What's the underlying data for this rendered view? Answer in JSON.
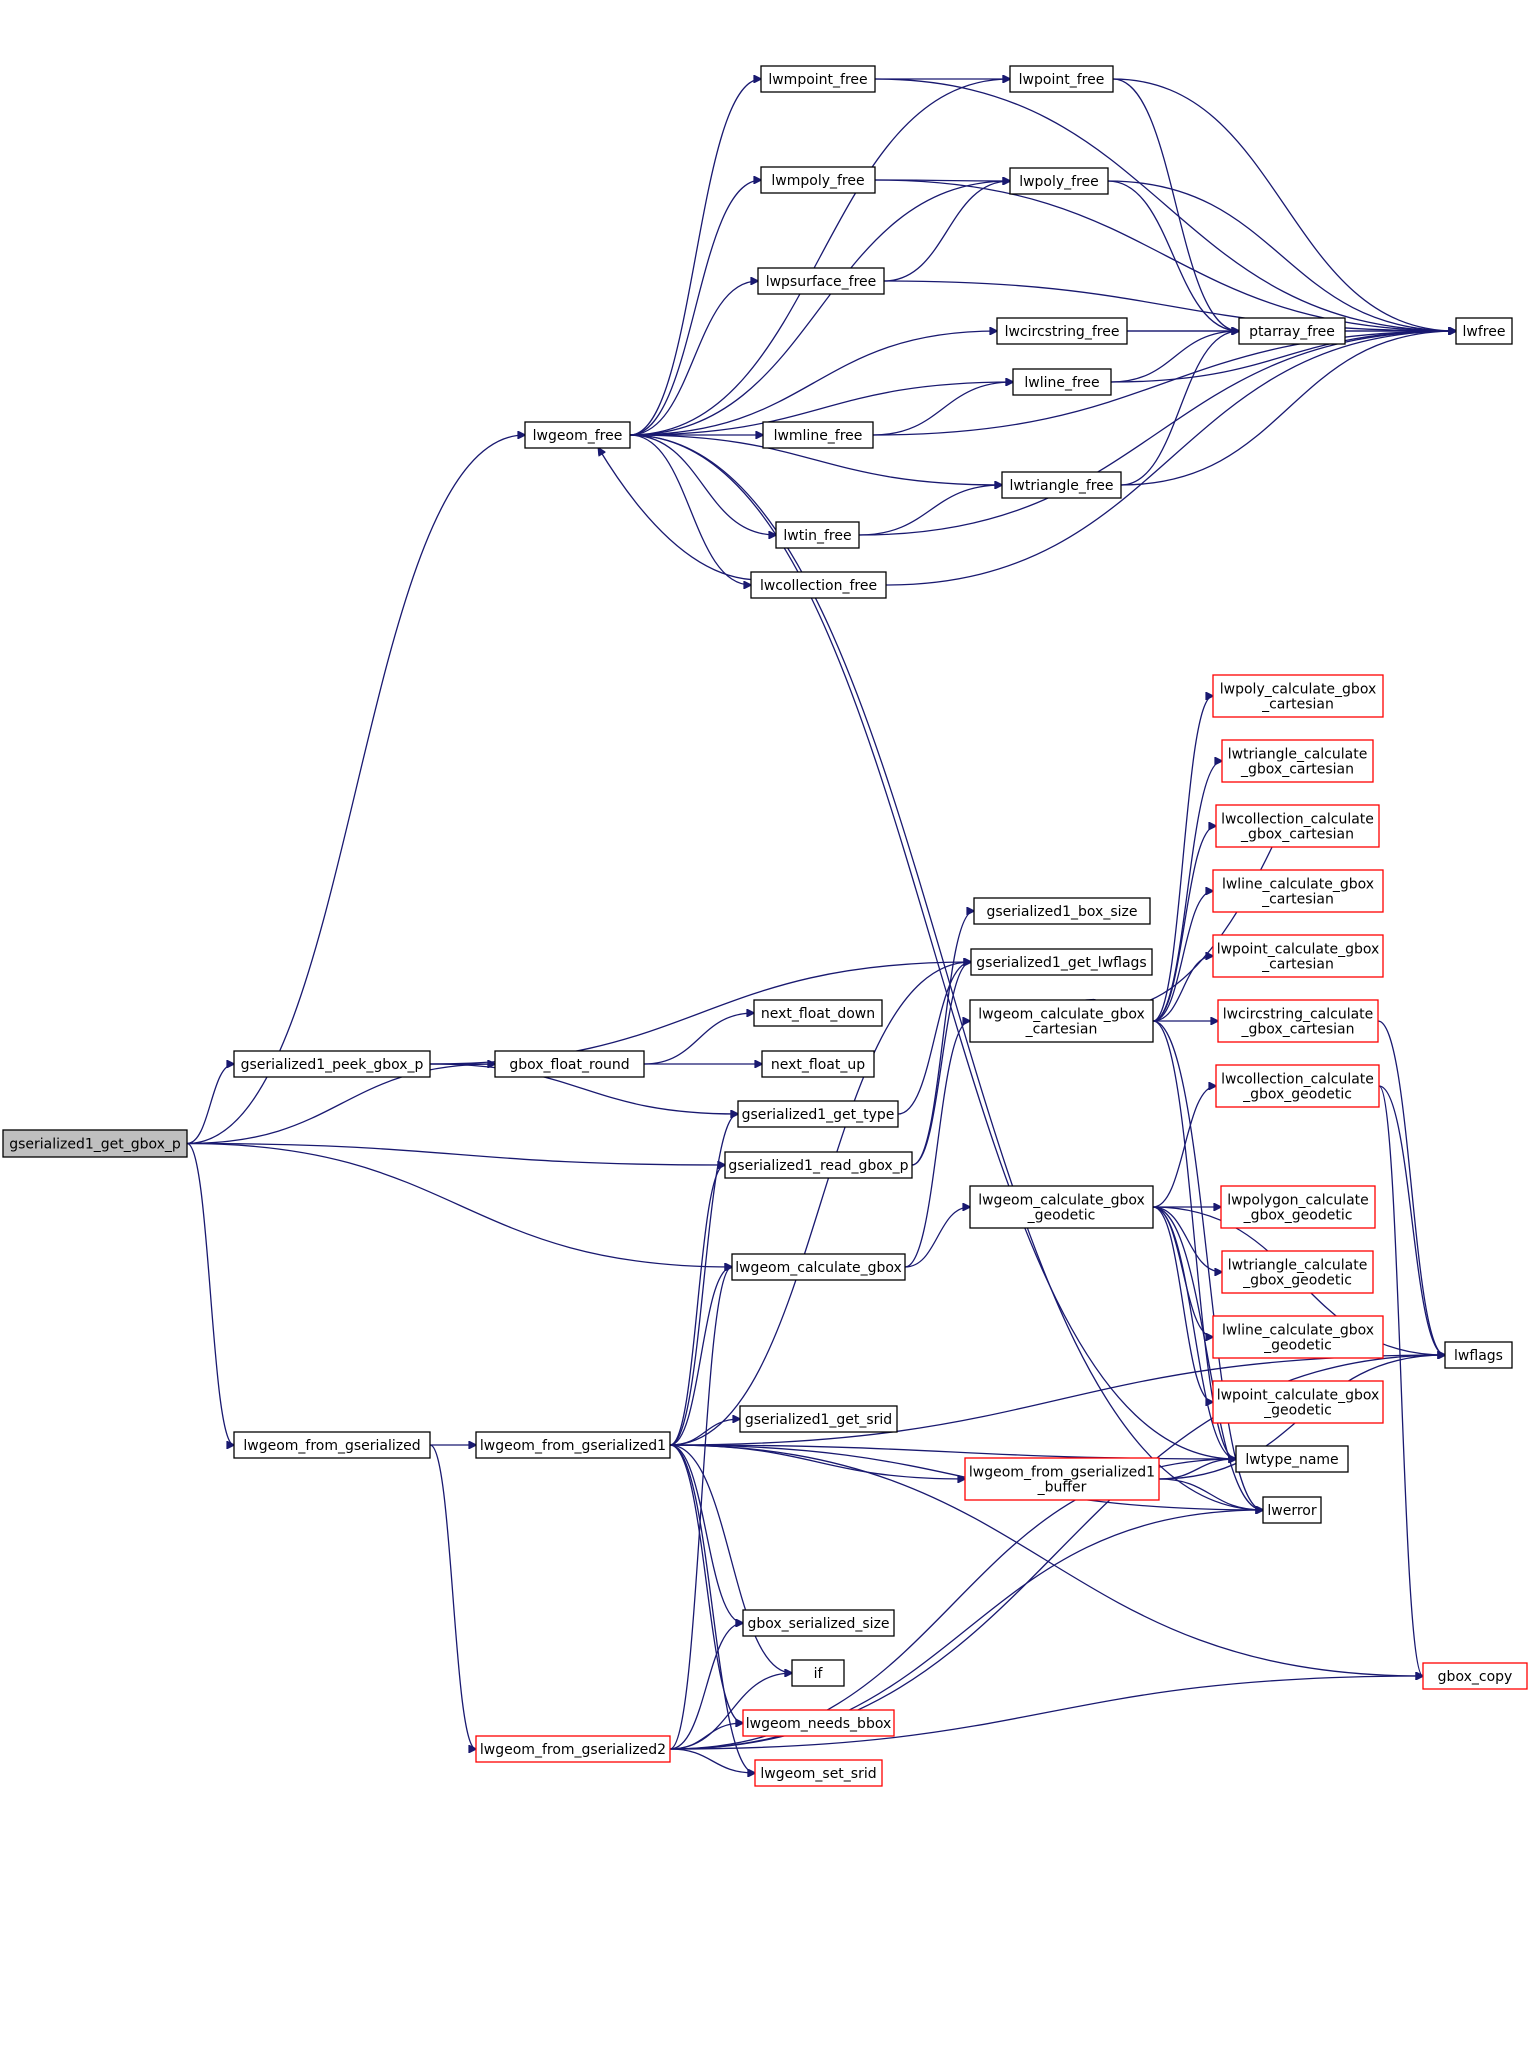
{
  "colors": {
    "edge": "#191970",
    "node_border_normal": "#000000",
    "node_border_truncated": "#ff0000",
    "node_fill_normal": "#ffffff",
    "node_fill_root": "#bfbfbf"
  },
  "nodes": [
    {
      "id": "gserialized1_get_gbox_p",
      "lines": [
        "gserialized1_get_gbox_p"
      ],
      "style": "root"
    },
    {
      "id": "lwgeom_free",
      "lines": [
        "lwgeom_free"
      ],
      "style": "normal"
    },
    {
      "id": "gserialized1_peek_gbox_p",
      "lines": [
        "gserialized1_peek_gbox_p"
      ],
      "style": "normal"
    },
    {
      "id": "lwgeom_from_gserialized",
      "lines": [
        "lwgeom_from_gserialized"
      ],
      "style": "normal"
    },
    {
      "id": "lwmpoint_free",
      "lines": [
        "lwmpoint_free"
      ],
      "style": "normal"
    },
    {
      "id": "lwpoint_free",
      "lines": [
        "lwpoint_free"
      ],
      "style": "normal"
    },
    {
      "id": "lwmpoly_free",
      "lines": [
        "lwmpoly_free"
      ],
      "style": "normal"
    },
    {
      "id": "lwpoly_free",
      "lines": [
        "lwpoly_free"
      ],
      "style": "normal"
    },
    {
      "id": "lwpsurface_free",
      "lines": [
        "lwpsurface_free"
      ],
      "style": "normal"
    },
    {
      "id": "lwcircstring_free",
      "lines": [
        "lwcircstring_free"
      ],
      "style": "normal"
    },
    {
      "id": "ptarray_free",
      "lines": [
        "ptarray_free"
      ],
      "style": "normal"
    },
    {
      "id": "lwfree",
      "lines": [
        "lwfree"
      ],
      "style": "normal"
    },
    {
      "id": "lwline_free",
      "lines": [
        "lwline_free"
      ],
      "style": "normal"
    },
    {
      "id": "lwmline_free",
      "lines": [
        "lwmline_free"
      ],
      "style": "normal"
    },
    {
      "id": "lwtriangle_free",
      "lines": [
        "lwtriangle_free"
      ],
      "style": "normal"
    },
    {
      "id": "lwtin_free",
      "lines": [
        "lwtin_free"
      ],
      "style": "normal"
    },
    {
      "id": "lwcollection_free",
      "lines": [
        "lwcollection_free"
      ],
      "style": "normal"
    },
    {
      "id": "lwpoly_calculate_gbox_cartesian",
      "lines": [
        "lwpoly_calculate_gbox",
        "_cartesian"
      ],
      "style": "truncated"
    },
    {
      "id": "lwtriangle_calculate_gbox_cartesian",
      "lines": [
        "lwtriangle_calculate",
        "_gbox_cartesian"
      ],
      "style": "truncated"
    },
    {
      "id": "lwcollection_calculate_gbox_cartesian",
      "lines": [
        "lwcollection_calculate",
        "_gbox_cartesian"
      ],
      "style": "truncated"
    },
    {
      "id": "lwline_calculate_gbox_cartesian",
      "lines": [
        "lwline_calculate_gbox",
        "_cartesian"
      ],
      "style": "truncated"
    },
    {
      "id": "gserialized1_box_size",
      "lines": [
        "gserialized1_box_size"
      ],
      "style": "normal"
    },
    {
      "id": "gserialized1_get_lwflags",
      "lines": [
        "gserialized1_get_lwflags"
      ],
      "style": "normal"
    },
    {
      "id": "lwpoint_calculate_gbox_cartesian",
      "lines": [
        "lwpoint_calculate_gbox",
        "_cartesian"
      ],
      "style": "truncated"
    },
    {
      "id": "lwgeom_calculate_gbox_cartesian",
      "lines": [
        "lwgeom_calculate_gbox",
        "_cartesian"
      ],
      "style": "normal"
    },
    {
      "id": "next_float_down",
      "lines": [
        "next_float_down"
      ],
      "style": "normal"
    },
    {
      "id": "lwcircstring_calculate_gbox_cartesian",
      "lines": [
        "lwcircstring_calculate",
        "_gbox_cartesian"
      ],
      "style": "truncated"
    },
    {
      "id": "gbox_float_round",
      "lines": [
        "gbox_float_round"
      ],
      "style": "normal"
    },
    {
      "id": "next_float_up",
      "lines": [
        "next_float_up"
      ],
      "style": "normal"
    },
    {
      "id": "lwcollection_calculate_gbox_geodetic",
      "lines": [
        "lwcollection_calculate",
        "_gbox_geodetic"
      ],
      "style": "truncated"
    },
    {
      "id": "gserialized1_get_type",
      "lines": [
        "gserialized1_get_type"
      ],
      "style": "normal"
    },
    {
      "id": "gserialized1_read_gbox_p",
      "lines": [
        "gserialized1_read_gbox_p"
      ],
      "style": "normal"
    },
    {
      "id": "lwgeom_calculate_gbox_geodetic",
      "lines": [
        "lwgeom_calculate_gbox",
        "_geodetic"
      ],
      "style": "normal"
    },
    {
      "id": "lwpolygon_calculate_gbox_geodetic",
      "lines": [
        "lwpolygon_calculate",
        "_gbox_geodetic"
      ],
      "style": "truncated"
    },
    {
      "id": "lwgeom_calculate_gbox",
      "lines": [
        "lwgeom_calculate_gbox"
      ],
      "style": "normal"
    },
    {
      "id": "lwtriangle_calculate_gbox_geodetic",
      "lines": [
        "lwtriangle_calculate",
        "_gbox_geodetic"
      ],
      "style": "truncated"
    },
    {
      "id": "lwline_calculate_gbox_geodetic",
      "lines": [
        "lwline_calculate_gbox",
        "_geodetic"
      ],
      "style": "truncated"
    },
    {
      "id": "lwflags",
      "lines": [
        "lwflags"
      ],
      "style": "normal"
    },
    {
      "id": "lwpoint_calculate_gbox_geodetic",
      "lines": [
        "lwpoint_calculate_gbox",
        "_geodetic"
      ],
      "style": "truncated"
    },
    {
      "id": "lwgeom_from_gserialized1",
      "lines": [
        "lwgeom_from_gserialized1"
      ],
      "style": "normal"
    },
    {
      "id": "gserialized1_get_srid",
      "lines": [
        "gserialized1_get_srid"
      ],
      "style": "normal"
    },
    {
      "id": "lwtype_name",
      "lines": [
        "lwtype_name"
      ],
      "style": "normal"
    },
    {
      "id": "lwgeom_from_gserialized1_buffer",
      "lines": [
        "lwgeom_from_gserialized1",
        "_buffer"
      ],
      "style": "truncated"
    },
    {
      "id": "lwerror",
      "lines": [
        "lwerror"
      ],
      "style": "normal"
    },
    {
      "id": "gbox_serialized_size",
      "lines": [
        "gbox_serialized_size"
      ],
      "style": "normal"
    },
    {
      "id": "if",
      "lines": [
        "if"
      ],
      "style": "normal"
    },
    {
      "id": "gbox_copy",
      "lines": [
        "gbox_copy"
      ],
      "style": "truncated"
    },
    {
      "id": "lwgeom_needs_bbox",
      "lines": [
        "lwgeom_needs_bbox"
      ],
      "style": "truncated"
    },
    {
      "id": "lwgeom_from_gserialized2",
      "lines": [
        "lwgeom_from_gserialized2"
      ],
      "style": "truncated"
    },
    {
      "id": "lwgeom_set_srid",
      "lines": [
        "lwgeom_set_srid"
      ],
      "style": "truncated"
    }
  ],
  "edges": [
    [
      "gserialized1_get_gbox_p",
      "lwgeom_free"
    ],
    [
      "gserialized1_get_gbox_p",
      "gserialized1_peek_gbox_p"
    ],
    [
      "gserialized1_get_gbox_p",
      "gbox_float_round"
    ],
    [
      "gserialized1_get_gbox_p",
      "gserialized1_read_gbox_p"
    ],
    [
      "gserialized1_get_gbox_p",
      "lwgeom_calculate_gbox"
    ],
    [
      "gserialized1_get_gbox_p",
      "lwgeom_from_gserialized"
    ],
    [
      "lwgeom_free",
      "lwmpoint_free"
    ],
    [
      "lwgeom_free",
      "lwpoint_free"
    ],
    [
      "lwgeom_free",
      "lwmpoly_free"
    ],
    [
      "lwgeom_free",
      "lwpoly_free"
    ],
    [
      "lwgeom_free",
      "lwpsurface_free"
    ],
    [
      "lwgeom_free",
      "lwcircstring_free"
    ],
    [
      "lwgeom_free",
      "lwline_free"
    ],
    [
      "lwgeom_free",
      "lwmline_free"
    ],
    [
      "lwgeom_free",
      "lwtriangle_free"
    ],
    [
      "lwgeom_free",
      "lwtin_free"
    ],
    [
      "lwgeom_free",
      "lwcollection_free"
    ],
    [
      "lwgeom_free",
      "lwtype_name"
    ],
    [
      "lwgeom_free",
      "lwerror"
    ],
    [
      "lwmpoint_free",
      "lwpoint_free"
    ],
    [
      "lwmpoint_free",
      "lwfree"
    ],
    [
      "lwpoint_free",
      "ptarray_free"
    ],
    [
      "lwpoint_free",
      "lwfree"
    ],
    [
      "lwmpoly_free",
      "lwpoly_free"
    ],
    [
      "lwmpoly_free",
      "lwfree"
    ],
    [
      "lwpoly_free",
      "ptarray_free"
    ],
    [
      "lwpoly_free",
      "lwfree"
    ],
    [
      "lwpsurface_free",
      "lwpoly_free"
    ],
    [
      "lwpsurface_free",
      "lwfree"
    ],
    [
      "lwcircstring_free",
      "ptarray_free"
    ],
    [
      "lwcircstring_free",
      "lwfree"
    ],
    [
      "ptarray_free",
      "lwfree"
    ],
    [
      "lwline_free",
      "ptarray_free"
    ],
    [
      "lwline_free",
      "lwfree"
    ],
    [
      "lwmline_free",
      "lwline_free"
    ],
    [
      "lwmline_free",
      "lwfree"
    ],
    [
      "lwtriangle_free",
      "ptarray_free"
    ],
    [
      "lwtriangle_free",
      "lwfree"
    ],
    [
      "lwtin_free",
      "lwtriangle_free"
    ],
    [
      "lwtin_free",
      "lwfree"
    ],
    [
      "lwcollection_free",
      "lwgeom_free"
    ],
    [
      "lwcollection_free",
      "lwfree"
    ],
    [
      "gserialized1_peek_gbox_p",
      "gserialized1_get_lwflags"
    ],
    [
      "gserialized1_peek_gbox_p",
      "gbox_float_round"
    ],
    [
      "gserialized1_peek_gbox_p",
      "gserialized1_get_type"
    ],
    [
      "gbox_float_round",
      "next_float_down"
    ],
    [
      "gbox_float_round",
      "next_float_up"
    ],
    [
      "gserialized1_get_type",
      "gserialized1_get_lwflags"
    ],
    [
      "gserialized1_read_gbox_p",
      "gserialized1_box_size"
    ],
    [
      "gserialized1_read_gbox_p",
      "gserialized1_get_lwflags"
    ],
    [
      "lwgeom_calculate_gbox",
      "lwgeom_calculate_gbox_cartesian"
    ],
    [
      "lwgeom_calculate_gbox",
      "lwgeom_calculate_gbox_geodetic"
    ],
    [
      "lwgeom_calculate_gbox_cartesian",
      "lwpoly_calculate_gbox_cartesian"
    ],
    [
      "lwgeom_calculate_gbox_cartesian",
      "lwtriangle_calculate_gbox_cartesian"
    ],
    [
      "lwgeom_calculate_gbox_cartesian",
      "lwcollection_calculate_gbox_cartesian"
    ],
    [
      "lwgeom_calculate_gbox_cartesian",
      "lwline_calculate_gbox_cartesian"
    ],
    [
      "lwgeom_calculate_gbox_cartesian",
      "lwpoint_calculate_gbox_cartesian"
    ],
    [
      "lwgeom_calculate_gbox_cartesian",
      "lwcircstring_calculate_gbox_cartesian"
    ],
    [
      "lwgeom_calculate_gbox_cartesian",
      "lwtype_name"
    ],
    [
      "lwgeom_calculate_gbox_cartesian",
      "lwerror"
    ],
    [
      "lwcollection_calculate_gbox_cartesian",
      "lwgeom_calculate_gbox_cartesian"
    ],
    [
      "lwgeom_calculate_gbox_geodetic",
      "lwcollection_calculate_gbox_geodetic"
    ],
    [
      "lwgeom_calculate_gbox_geodetic",
      "lwpolygon_calculate_gbox_geodetic"
    ],
    [
      "lwgeom_calculate_gbox_geodetic",
      "lwtriangle_calculate_gbox_geodetic"
    ],
    [
      "lwgeom_calculate_gbox_geodetic",
      "lwline_calculate_gbox_geodetic"
    ],
    [
      "lwgeom_calculate_gbox_geodetic",
      "lwpoint_calculate_gbox_geodetic"
    ],
    [
      "lwgeom_calculate_gbox_geodetic",
      "lwflags"
    ],
    [
      "lwgeom_calculate_gbox_geodetic",
      "lwtype_name"
    ],
    [
      "lwgeom_calculate_gbox_geodetic",
      "lwerror"
    ],
    [
      "lwcollection_calculate_gbox_geodetic",
      "lwflags"
    ],
    [
      "lwcollection_calculate_gbox_geodetic",
      "gbox_copy"
    ],
    [
      "lwcircstring_calculate_gbox_cartesian",
      "lwflags"
    ],
    [
      "lwgeom_from_gserialized",
      "lwgeom_from_gserialized1"
    ],
    [
      "lwgeom_from_gserialized",
      "lwgeom_from_gserialized2"
    ],
    [
      "lwgeom_from_gserialized1",
      "gserialized1_get_type"
    ],
    [
      "lwgeom_from_gserialized1",
      "gserialized1_read_gbox_p"
    ],
    [
      "lwgeom_from_gserialized1",
      "lwgeom_calculate_gbox"
    ],
    [
      "lwgeom_from_gserialized1",
      "gserialized1_get_lwflags"
    ],
    [
      "lwgeom_from_gserialized1",
      "gserialized1_get_srid"
    ],
    [
      "lwgeom_from_gserialized1",
      "lwgeom_from_gserialized1_buffer"
    ],
    [
      "lwgeom_from_gserialized1",
      "lwtype_name"
    ],
    [
      "lwgeom_from_gserialized1",
      "lwerror"
    ],
    [
      "lwgeom_from_gserialized1",
      "lwflags"
    ],
    [
      "lwgeom_from_gserialized1",
      "gbox_serialized_size"
    ],
    [
      "lwgeom_from_gserialized1",
      "if"
    ],
    [
      "lwgeom_from_gserialized1",
      "lwgeom_needs_bbox"
    ],
    [
      "lwgeom_from_gserialized1",
      "lwgeom_set_srid"
    ],
    [
      "lwgeom_from_gserialized1",
      "gbox_copy"
    ],
    [
      "lwgeom_from_gserialized1_buffer",
      "lwtype_name"
    ],
    [
      "lwgeom_from_gserialized1_buffer",
      "lwerror"
    ],
    [
      "lwgeom_from_gserialized1_buffer",
      "lwflags"
    ],
    [
      "lwgeom_from_gserialized2",
      "lwgeom_calculate_gbox"
    ],
    [
      "lwgeom_from_gserialized2",
      "gbox_serialized_size"
    ],
    [
      "lwgeom_from_gserialized2",
      "if"
    ],
    [
      "lwgeom_from_gserialized2",
      "lwgeom_needs_bbox"
    ],
    [
      "lwgeom_from_gserialized2",
      "lwgeom_set_srid"
    ],
    [
      "lwgeom_from_gserialized2",
      "lwerror"
    ],
    [
      "lwgeom_from_gserialized2",
      "lwflags"
    ],
    [
      "lwgeom_from_gserialized2",
      "gbox_copy"
    ],
    [
      "lwgeom_from_gserialized2",
      "lwtype_name"
    ]
  ]
}
